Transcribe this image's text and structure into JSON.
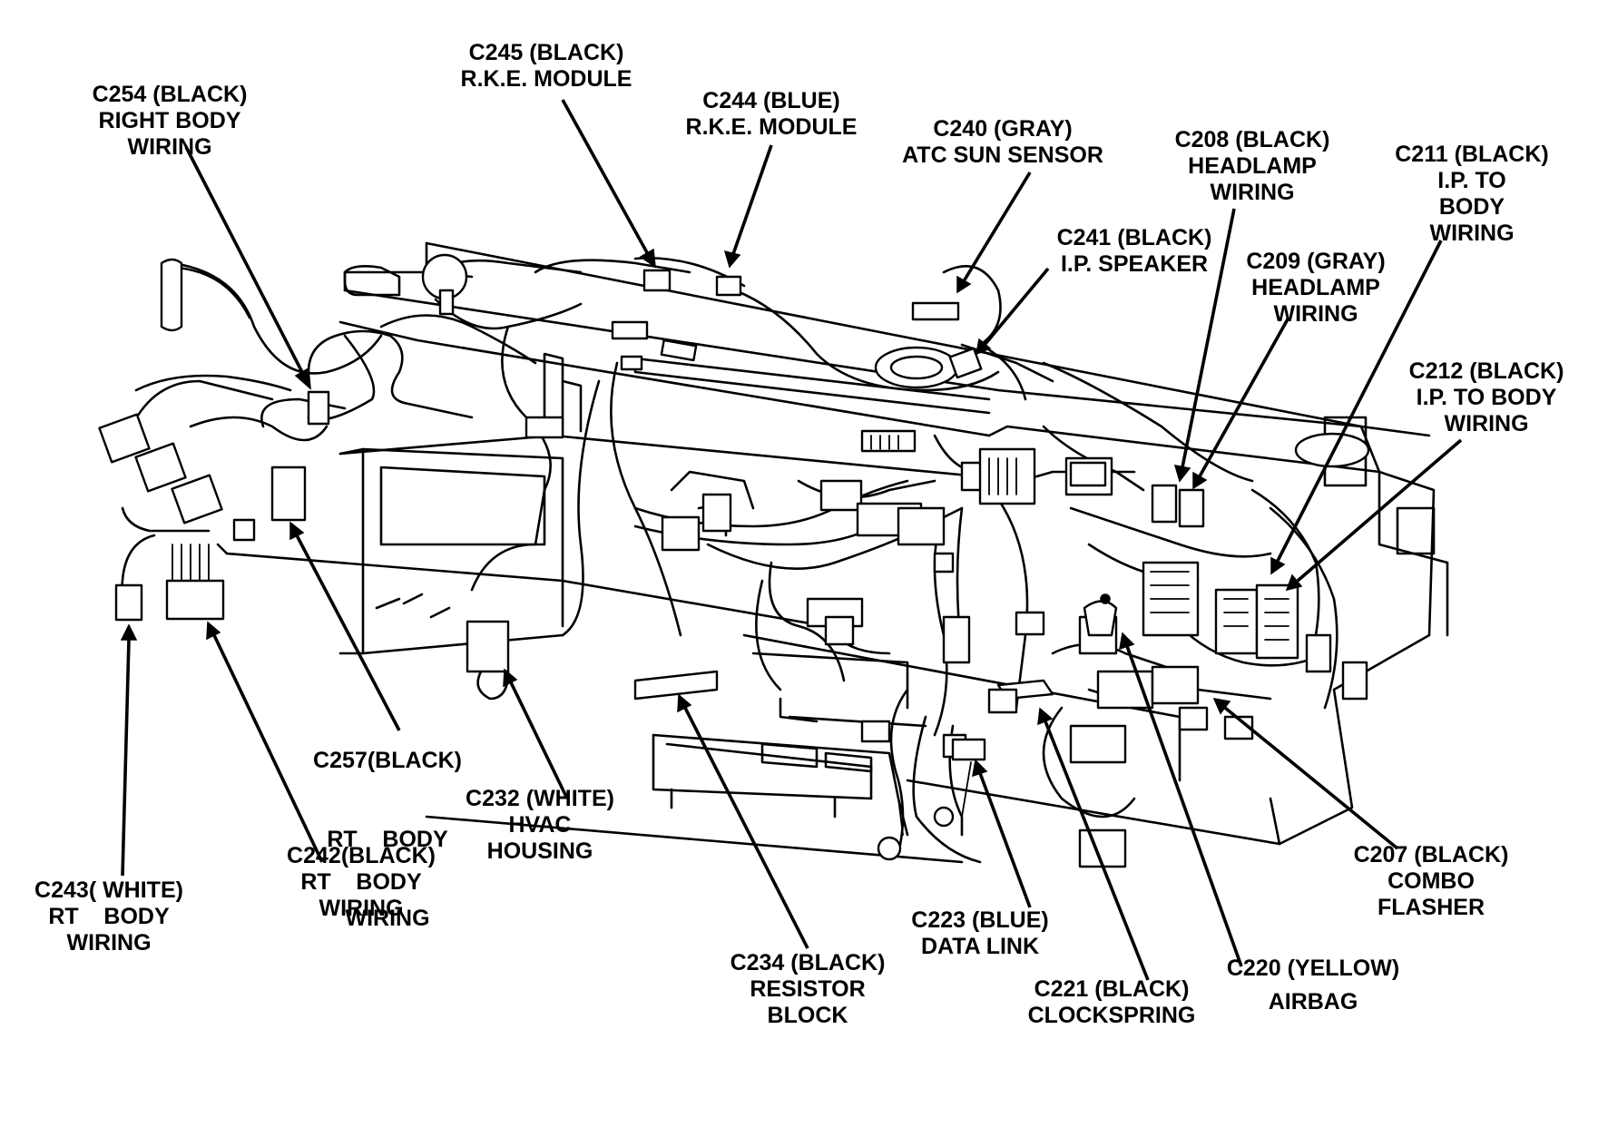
{
  "callouts": [
    {
      "id": "c254",
      "code": "C254 (BLACK)",
      "desc": [
        "RIGHT BODY",
        "WIRING"
      ]
    },
    {
      "id": "c245",
      "code": "C245 (BLACK)",
      "desc": [
        "R.K.E. MODULE"
      ]
    },
    {
      "id": "c244",
      "code": "C244 (BLUE)",
      "desc": [
        "R.K.E. MODULE"
      ]
    },
    {
      "id": "c240",
      "code": "C240 (GRAY)",
      "desc": [
        "ATC SUN SENSOR"
      ]
    },
    {
      "id": "c208",
      "code": "C208 (BLACK)",
      "desc": [
        "HEADLAMP",
        "WIRING"
      ]
    },
    {
      "id": "c211",
      "code": "C211 (BLACK)",
      "desc": [
        "I.P. TO",
        "BODY",
        "WIRING"
      ]
    },
    {
      "id": "c241",
      "code": "C241 (BLACK)",
      "desc": [
        "I.P. SPEAKER"
      ]
    },
    {
      "id": "c209",
      "code": "C209 (GRAY)",
      "desc": [
        "HEADLAMP",
        "WIRING"
      ]
    },
    {
      "id": "c212",
      "code": "C212 (BLACK)",
      "desc": [
        "I.P. TO BODY",
        "WIRING"
      ]
    },
    {
      "id": "c257",
      "code": "C257(BLACK)",
      "desc": [
        "RT    BODY",
        "WIRING"
      ]
    },
    {
      "id": "c232",
      "code": "C232 (WHITE)",
      "desc": [
        "HVAC",
        "HOUSING"
      ]
    },
    {
      "id": "c242",
      "code": "C242(BLACK)",
      "desc": [
        "RT    BODY",
        "WIRING"
      ]
    },
    {
      "id": "c243",
      "code": "C243( WHITE)",
      "desc": [
        "RT    BODY",
        "WIRING"
      ]
    },
    {
      "id": "c207",
      "code": "C207 (BLACK)",
      "desc": [
        "COMBO",
        "FLASHER"
      ]
    },
    {
      "id": "c223",
      "code": "C223 (BLUE)",
      "desc": [
        "DATA LINK"
      ]
    },
    {
      "id": "c234",
      "code": "C234 (BLACK)",
      "desc": [
        "RESISTOR",
        "BLOCK"
      ]
    },
    {
      "id": "c221",
      "code": "C221 (BLACK)",
      "desc": [
        "CLOCKSPRING"
      ]
    },
    {
      "id": "c220",
      "code": "C220 (YELLOW)",
      "desc": [
        "",
        "AIRBAG"
      ]
    }
  ]
}
